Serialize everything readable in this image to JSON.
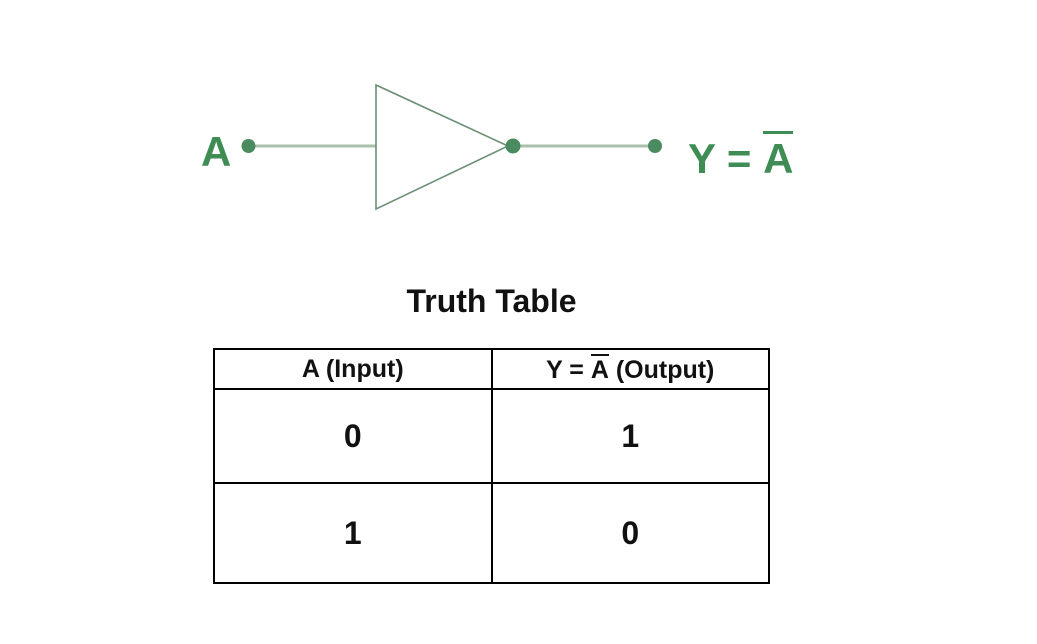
{
  "colors": {
    "label_green": "#3f8c55",
    "wire_green": "#a8c2ad",
    "gate_outline_green": "#6b8f74",
    "node_dot_green": "#4a8b5f",
    "text_black": "#111111",
    "table_border_black": "#000000",
    "background": "#ffffff"
  },
  "gate": {
    "input_label": "A",
    "output_prefix": "Y = ",
    "output_overline": "A"
  },
  "truth_table": {
    "title": "Truth Table",
    "header": {
      "col1": "A (Input)",
      "col2_prefix": "Y = ",
      "col2_overline": "A",
      "col2_suffix": " (Output)"
    },
    "rows": [
      {
        "input": "0",
        "output": "1"
      },
      {
        "input": "1",
        "output": "0"
      }
    ]
  }
}
